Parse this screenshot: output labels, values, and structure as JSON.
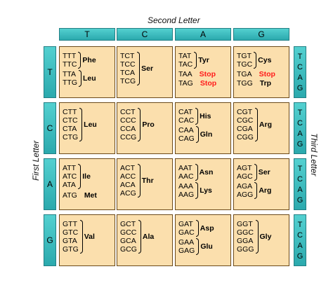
{
  "titles": {
    "second": "Second Letter",
    "first": "First Letter",
    "third": "Third Letter"
  },
  "second_letters": [
    "T",
    "C",
    "A",
    "G"
  ],
  "first_letters": [
    "T",
    "C",
    "A",
    "G"
  ],
  "third_letters": [
    "T",
    "C",
    "A",
    "G"
  ],
  "cells": {
    "TT": {
      "codons": [
        "TTT",
        "TTC",
        "TTA",
        "TTG"
      ],
      "aa": [
        "Phe",
        "Leu"
      ]
    },
    "TC": {
      "codons": [
        "TCT",
        "TCC",
        "TCA",
        "TCG"
      ],
      "aa": [
        "Ser"
      ]
    },
    "TA": {
      "codons": [
        "TAT",
        "TAC",
        "TAA",
        "TAG"
      ],
      "aa": [
        "Tyr",
        "Stop",
        "Stop"
      ]
    },
    "TG": {
      "codons": [
        "TGT",
        "TGC",
        "TGA",
        "TGG"
      ],
      "aa": [
        "Cys",
        "Stop",
        "Trp"
      ]
    },
    "CT": {
      "codons": [
        "CTT",
        "CTC",
        "CTA",
        "CTG"
      ],
      "aa": [
        "Leu"
      ]
    },
    "CC": {
      "codons": [
        "CCT",
        "CCC",
        "CCA",
        "CCG"
      ],
      "aa": [
        "Pro"
      ]
    },
    "CA": {
      "codons": [
        "CAT",
        "CAC",
        "CAA",
        "CAG"
      ],
      "aa": [
        "His",
        "Gln"
      ]
    },
    "CG": {
      "codons": [
        "CGT",
        "CGC",
        "CGA",
        "CGG"
      ],
      "aa": [
        "Arg"
      ]
    },
    "AT": {
      "codons": [
        "ATT",
        "ATC",
        "ATA",
        "ATG"
      ],
      "aa": [
        "Ile",
        "Met"
      ]
    },
    "AC": {
      "codons": [
        "ACT",
        "ACC",
        "ACA",
        "ACG"
      ],
      "aa": [
        "Thr"
      ]
    },
    "AA": {
      "codons": [
        "AAT",
        "AAC",
        "AAA",
        "AAG"
      ],
      "aa": [
        "Asn",
        "Lys"
      ]
    },
    "AG": {
      "codons": [
        "AGT",
        "AGC",
        "AGA",
        "AGG"
      ],
      "aa": [
        "Ser",
        "Arg"
      ]
    },
    "GT": {
      "codons": [
        "GTT",
        "GTC",
        "GTA",
        "GTG"
      ],
      "aa": [
        "Val"
      ]
    },
    "GC": {
      "codons": [
        "GCT",
        "GCC",
        "GCA",
        "GCG"
      ],
      "aa": [
        "Ala"
      ]
    },
    "GA": {
      "codons": [
        "GAT",
        "GAC",
        "GAA",
        "GAG"
      ],
      "aa": [
        "Asp",
        "Glu"
      ]
    },
    "GG": {
      "codons": [
        "GGT",
        "GGC",
        "GGA",
        "GGG"
      ],
      "aa": [
        "Gly"
      ]
    }
  },
  "colors": {
    "header": "#2ba9ad",
    "cell": "#fbdfad",
    "stop": "#ff1a1a"
  }
}
